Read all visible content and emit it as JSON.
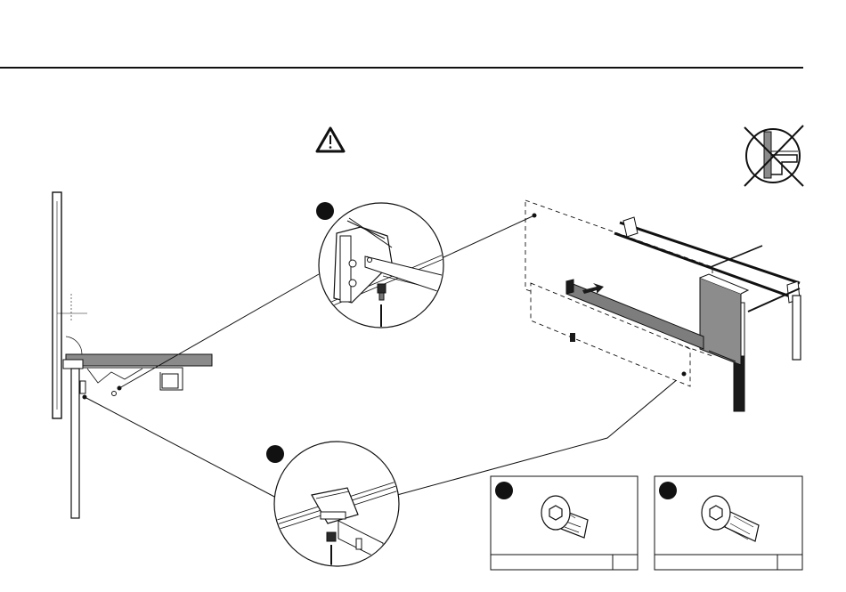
{
  "header": {
    "title": ""
  },
  "warning": {
    "icon": "warning-triangle-icon"
  },
  "prohibited": {
    "icon": "prohibited-crossed-circle-icon"
  },
  "steps": [
    {
      "id": "step-1",
      "badge": "filled-circle"
    },
    {
      "id": "step-2",
      "badge": "filled-circle"
    }
  ],
  "parts": [
    {
      "id": "part-1",
      "icon": "hex-socket-button-head-screw-short-icon",
      "code": "",
      "qty": ""
    },
    {
      "id": "part-2",
      "icon": "hex-socket-button-head-screw-long-icon",
      "code": "",
      "qty": ""
    }
  ],
  "colors": {
    "ink": "#1a1a1a",
    "panel": "#8c8c8c",
    "panel_dark": "#5a5a5a",
    "beam": "#7d7d7d"
  }
}
